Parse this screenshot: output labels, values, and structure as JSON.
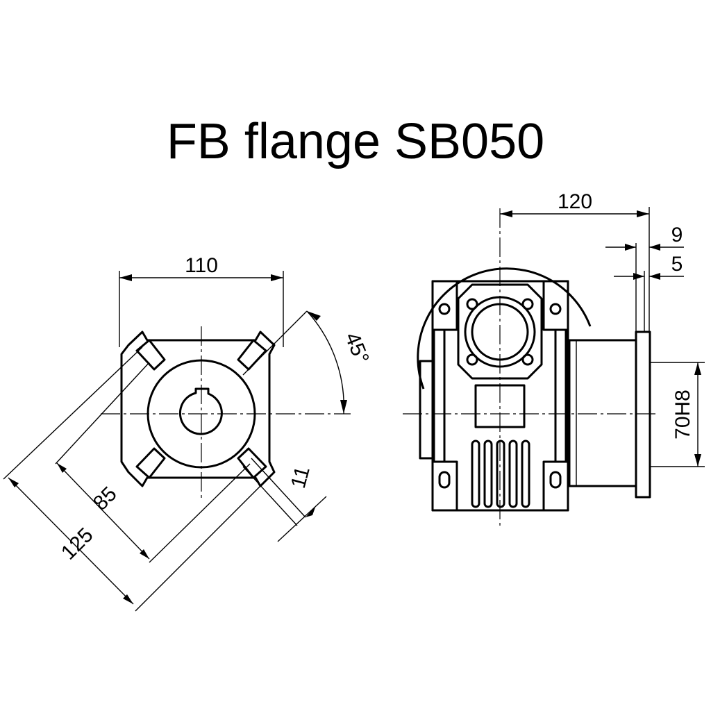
{
  "title": "FB flange SB050",
  "front_view": {
    "width": "110",
    "angle": "45°",
    "pcd": "85",
    "outer_diagonal": "125",
    "hole_size": "11"
  },
  "side_view": {
    "length": "120",
    "flange_thickness": "9",
    "spigot_depth": "5",
    "spigot_diameter": "70H8"
  }
}
